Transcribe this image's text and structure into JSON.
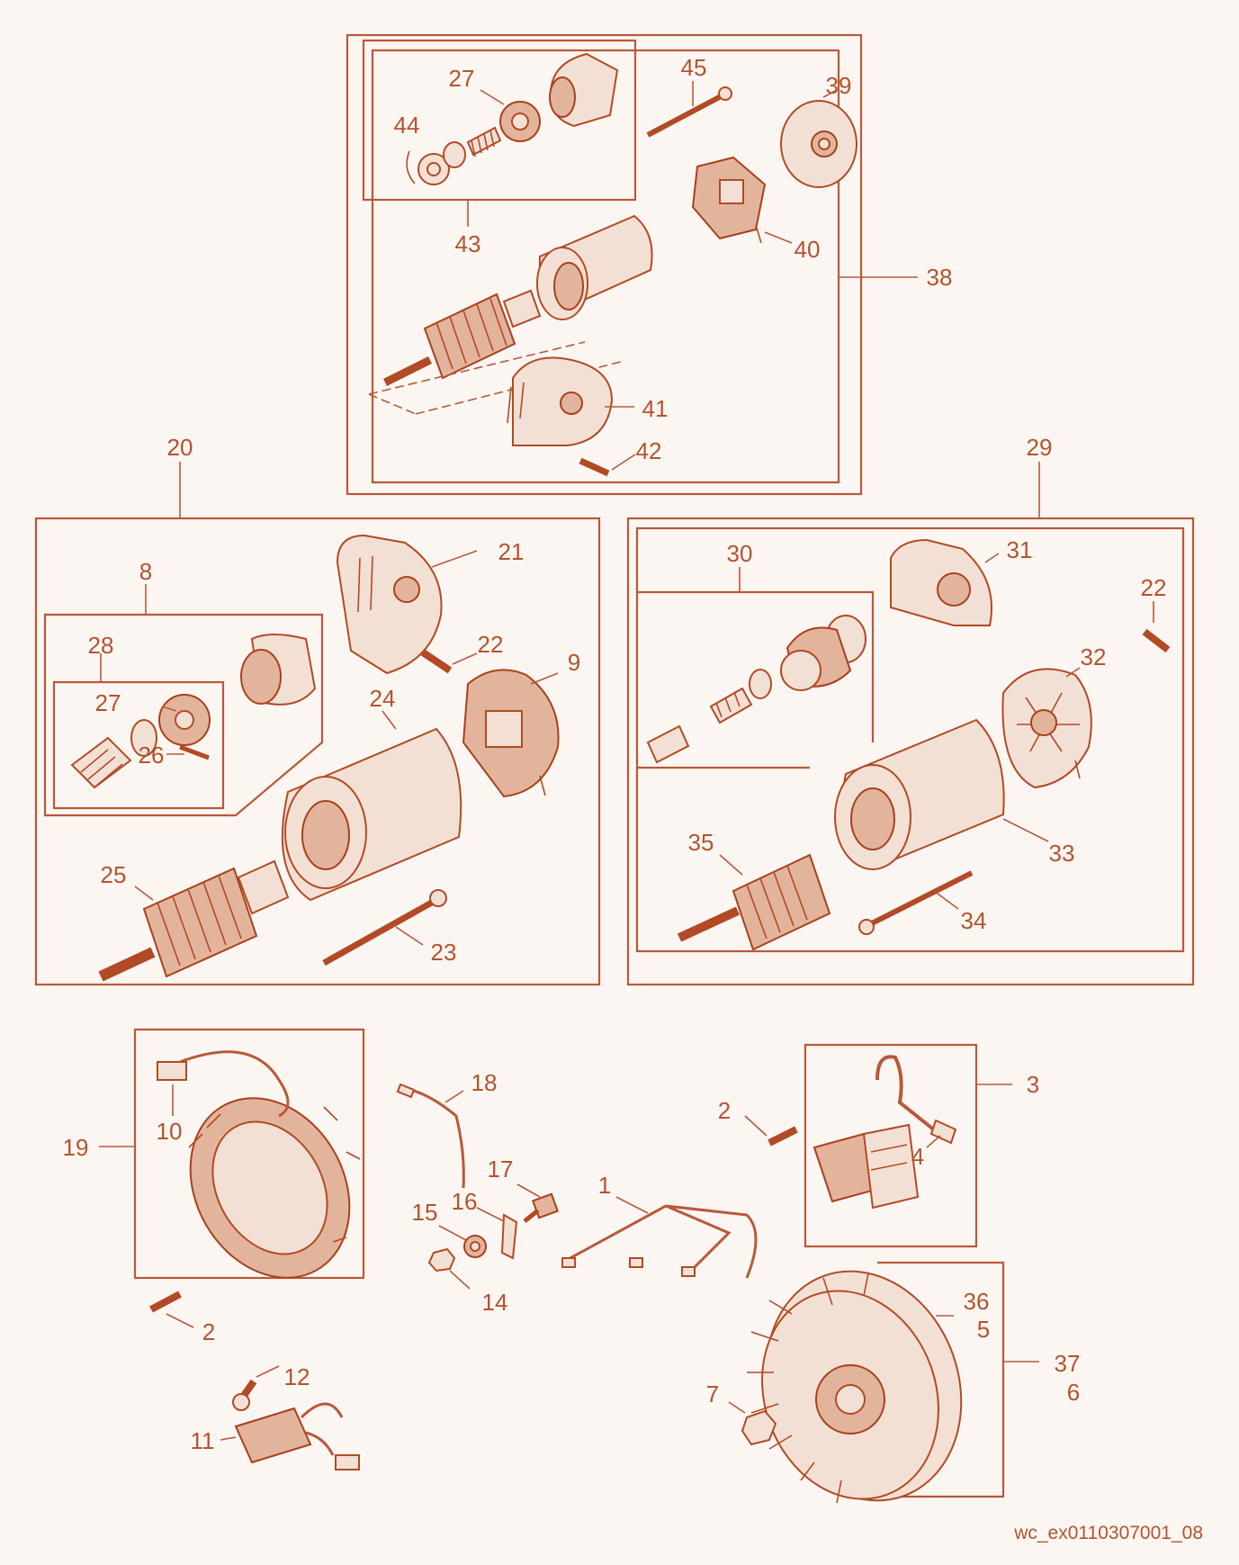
{
  "diagram": {
    "caption": "wc_ex0110307001_08",
    "colors": {
      "line": "#b9583a",
      "text": "#b5532e",
      "background": "#fbf6f2",
      "part_fill": "#f3e0d4"
    },
    "labels": {
      "p1": "1",
      "p2a": "2",
      "p2b": "2",
      "p3": "3",
      "p4": "4",
      "p5": "5",
      "p6": "6",
      "p7": "7",
      "p8": "8",
      "p9": "9",
      "p10": "10",
      "p11": "11",
      "p12": "12",
      "p14": "14",
      "p15": "15",
      "p16": "16",
      "p17": "17",
      "p18": "18",
      "p19": "19",
      "p20": "20",
      "p21": "21",
      "p22a": "22",
      "p22b": "22",
      "p23": "23",
      "p24": "24",
      "p25": "25",
      "p26": "26",
      "p27a": "27",
      "p27b": "27",
      "p28": "28",
      "p29": "29",
      "p30": "30",
      "p31": "31",
      "p32": "32",
      "p33": "33",
      "p34": "34",
      "p35": "35",
      "p36": "36",
      "p37": "37",
      "p38": "38",
      "p39": "39",
      "p40": "40",
      "p41": "41",
      "p42": "42",
      "p43": "43",
      "p44": "44",
      "p45": "45"
    }
  }
}
